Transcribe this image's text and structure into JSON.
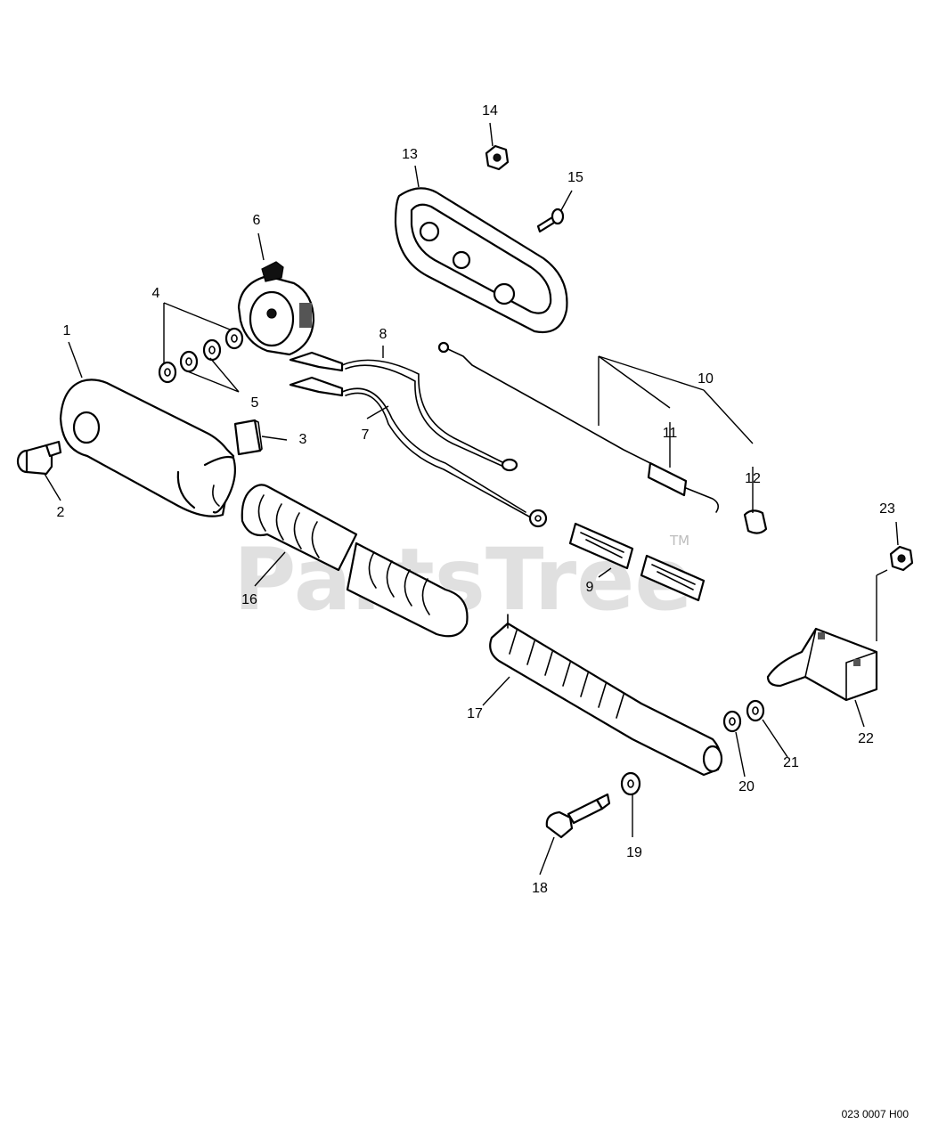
{
  "diagram": {
    "part_numbers": [
      "1",
      "2",
      "3",
      "4",
      "5",
      "6",
      "7",
      "8",
      "9",
      "10",
      "11",
      "12",
      "13",
      "14",
      "15",
      "16",
      "17",
      "18",
      "19",
      "20",
      "21",
      "22",
      "23"
    ],
    "reference_code": "023 0007 H00",
    "watermark": "PartsTree",
    "watermark_tm": "TM"
  }
}
